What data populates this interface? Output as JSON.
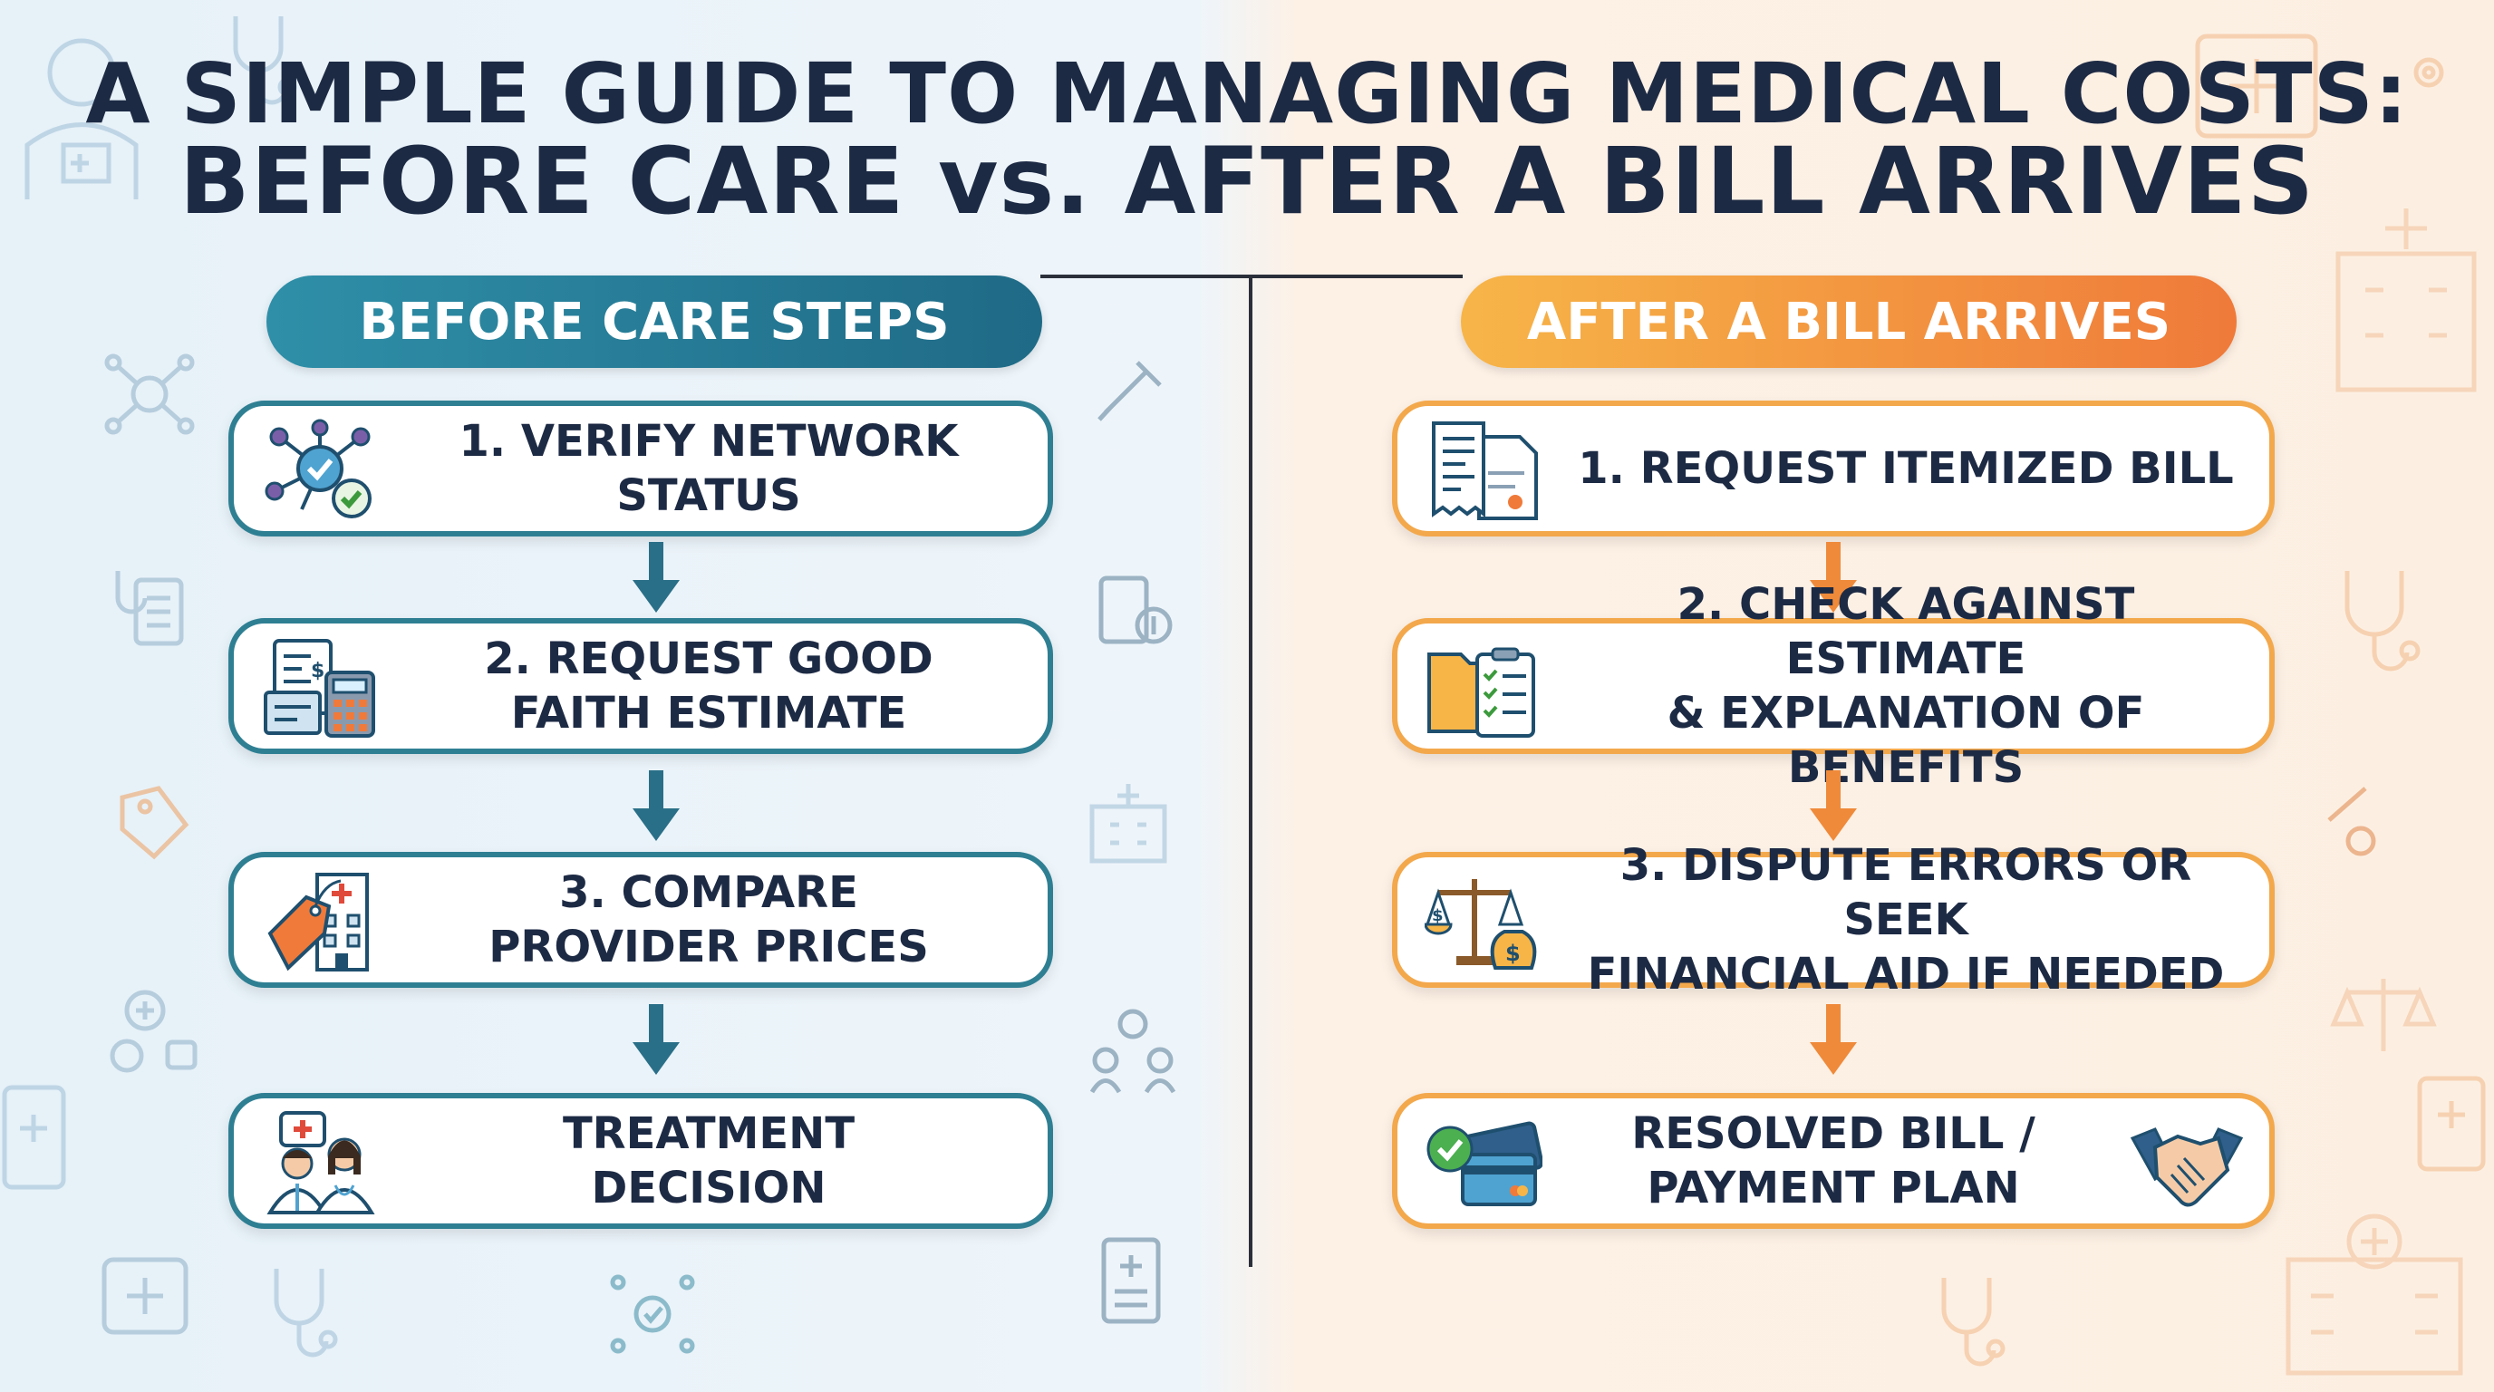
{
  "title": {
    "line1": "A SIMPLE GUIDE TO MANAGING MEDICAL COSTS:",
    "line2": "BEFORE CARE vs. AFTER A BILL ARRIVES"
  },
  "left": {
    "header": "BEFORE CARE STEPS",
    "color": "#2f7f93",
    "steps": [
      {
        "line1": "1. VERIFY NETWORK STATUS",
        "line2": ""
      },
      {
        "line1": "2. REQUEST GOOD",
        "line2": "FAITH ESTIMATE"
      },
      {
        "line1": "3. COMPARE",
        "line2": "PROVIDER PRICES"
      },
      {
        "line1": "TREATMENT",
        "line2": "DECISION"
      }
    ]
  },
  "right": {
    "header": "AFTER A BILL ARRIVES",
    "color": "#f3a84c",
    "steps": [
      {
        "line1": "1. REQUEST ITEMIZED BILL",
        "line2": ""
      },
      {
        "line1": "2. CHECK AGAINST ESTIMATE",
        "line2": "& EXPLANATION OF BENEFITS"
      },
      {
        "line1": "3. DISPUTE ERRORS OR SEEK",
        "line2": "FINANCIAL AID IF NEEDED"
      },
      {
        "line1": "RESOLVED BILL /",
        "line2": "PAYMENT PLAN"
      }
    ]
  },
  "icons": {
    "left": [
      "network-check-icon",
      "estimate-calculator-icon",
      "price-tag-hospital-icon",
      "doctor-patient-icon"
    ],
    "right": [
      "itemized-bill-icon",
      "folder-checklist-icon",
      "scales-moneybag-icon",
      "card-check-icon",
      "handshake-icon"
    ]
  }
}
